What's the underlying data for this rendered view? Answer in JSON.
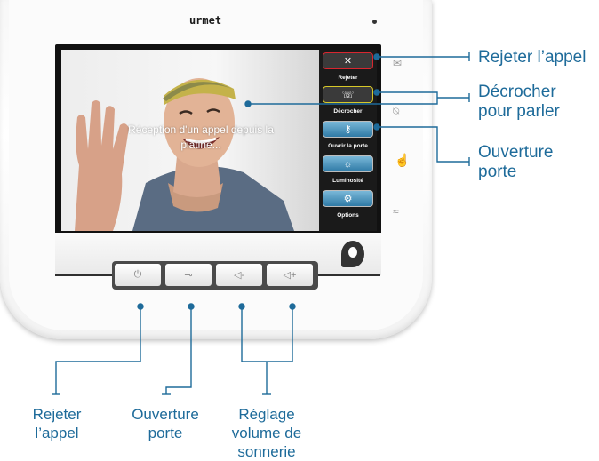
{
  "device": {
    "brand": "urmet",
    "screen_text": "Réception d'un appel depuis la platine..."
  },
  "menu": {
    "items": [
      {
        "label": "Rejeter",
        "icon": "close-icon",
        "glyph": "✕",
        "accent": "#d8262f"
      },
      {
        "label": "Décrocher",
        "icon": "phone-answer-icon",
        "glyph": "☏",
        "accent": "#d7c828"
      },
      {
        "label": "Ouvrir la porte",
        "icon": "door-key-icon",
        "glyph": "⚷",
        "accent": "#ffffff"
      },
      {
        "label": "Luminosité",
        "icon": "brightness-icon",
        "glyph": "☼",
        "accent": "#ffffff"
      },
      {
        "label": "Options",
        "icon": "settings-icon",
        "glyph": "⚙",
        "accent": "#ffffff"
      }
    ]
  },
  "side_icons": [
    {
      "name": "mail-icon",
      "glyph": "✉"
    },
    {
      "name": "mute-icon",
      "glyph": "⍉"
    },
    {
      "name": "touch-icon",
      "glyph": "☝"
    },
    {
      "name": "wireless-icon",
      "glyph": "≈"
    }
  ],
  "keys": [
    {
      "name": "power-icon",
      "glyph": "⏻"
    },
    {
      "name": "key-icon",
      "glyph": "⊸"
    },
    {
      "name": "volume-down-icon",
      "glyph": "◁-"
    },
    {
      "name": "volume-up-icon",
      "glyph": "◁+"
    }
  ],
  "callouts": {
    "right_reject": "Rejeter l’appel",
    "right_answer_1": "Décrocher",
    "right_answer_2": "pour parler",
    "right_door_1": "Ouverture",
    "right_door_2": "porte",
    "bottom_reject_1": "Rejeter",
    "bottom_reject_2": "l’appel",
    "bottom_door_1": "Ouverture",
    "bottom_door_2": "porte",
    "bottom_volume_1": "Réglage",
    "bottom_volume_2": "volume de",
    "bottom_volume_3": "sonnerie"
  },
  "colors": {
    "callout": "#1e6b9a",
    "reject_accent": "#d8262f",
    "answer_accent": "#d7c828",
    "button_blue": "#2f7aa6"
  }
}
